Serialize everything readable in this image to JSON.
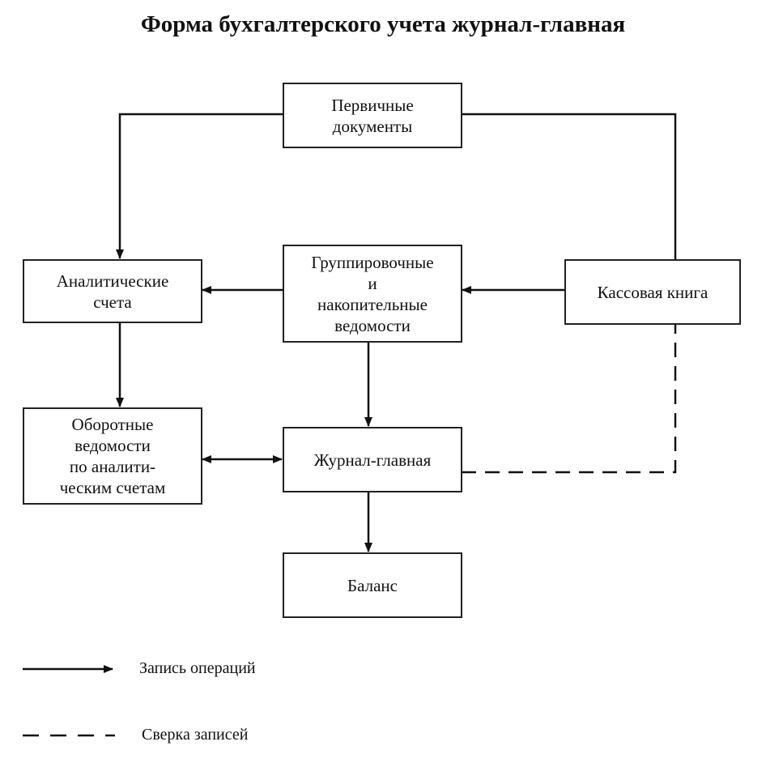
{
  "title": "Форма бухгалтерского учета журнал-главная",
  "boxes": {
    "primary": "Первичные\nдокументы",
    "analytic": "Аналитические\nсчета",
    "grouping": "Группировочные\nи\nнакопительные\nведомости",
    "cash": "Кассовая книга",
    "turnover": "Оборотные\nведомости\nпо аналити-\nческим счетам",
    "journal": "Журнал-главная",
    "balance": "Баланс"
  },
  "legend": {
    "solid": "Запись операций",
    "dashed": "Сверка записей"
  }
}
